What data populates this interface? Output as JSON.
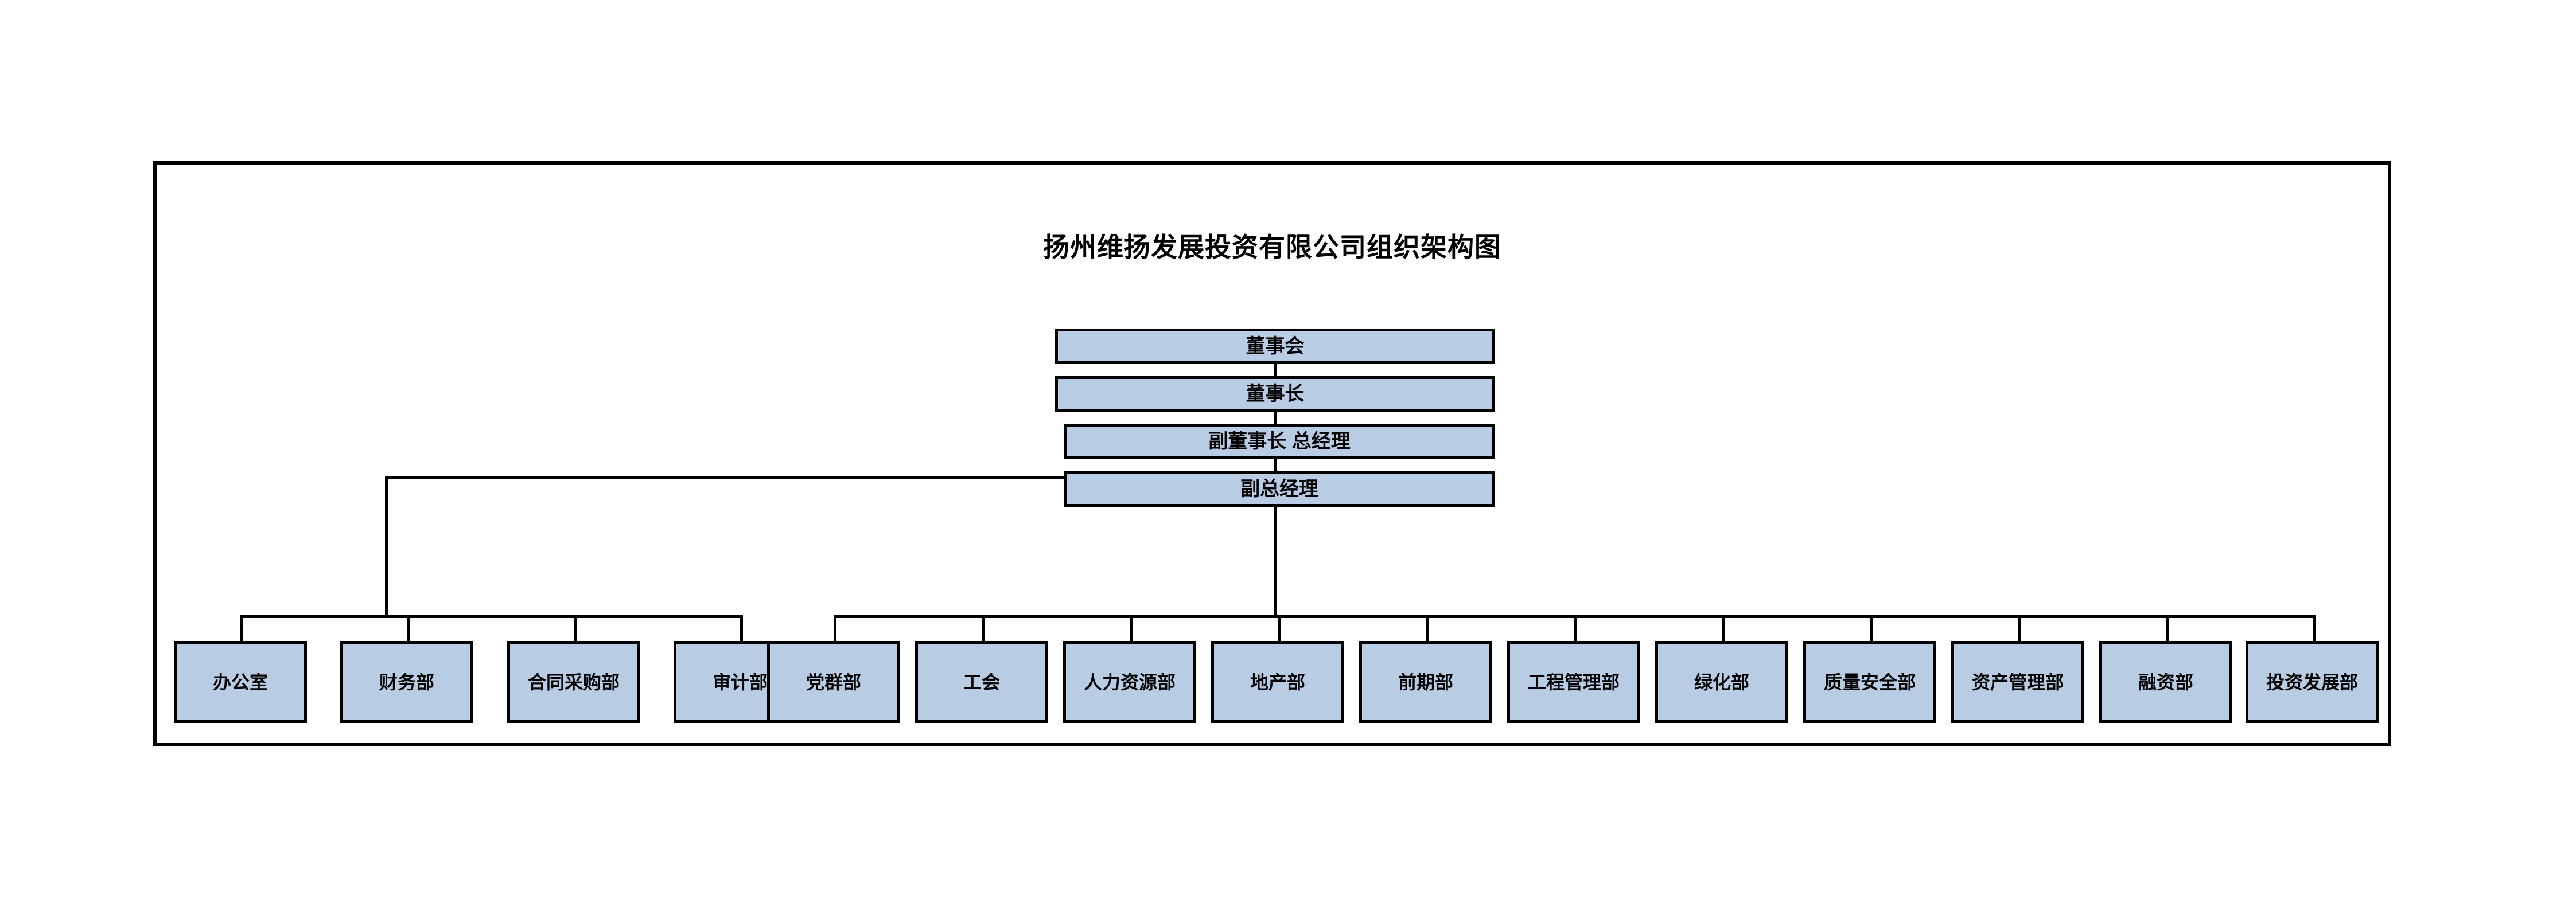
{
  "document": {
    "title": "扬州维扬发展投资有限公司组织架构图",
    "box_fill_color": "#B8CCE4",
    "line_color": "#000000",
    "background_color": "#FFFFFF"
  },
  "hierarchy": {
    "levels": [
      {
        "id": "board",
        "label": "董事会"
      },
      {
        "id": "chairman",
        "label": "董事长"
      },
      {
        "id": "vice-chairman-gm",
        "label": "副董事长 总经理"
      },
      {
        "id": "deputy-gm",
        "label": "副总经理"
      }
    ]
  },
  "departments": {
    "left_group": [
      {
        "label": "办公室"
      },
      {
        "label": "财务部"
      },
      {
        "label": "合同采购部"
      },
      {
        "label": "审计部"
      }
    ],
    "right_group": [
      {
        "label": "党群部"
      },
      {
        "label": "工会"
      },
      {
        "label": "人力资源部"
      },
      {
        "label": "地产部"
      },
      {
        "label": "前期部"
      },
      {
        "label": "工程管理部"
      },
      {
        "label": "绿化部"
      },
      {
        "label": "质量安全部"
      },
      {
        "label": "资产管理部"
      },
      {
        "label": "融资部"
      },
      {
        "label": "投资发展部"
      }
    ]
  }
}
